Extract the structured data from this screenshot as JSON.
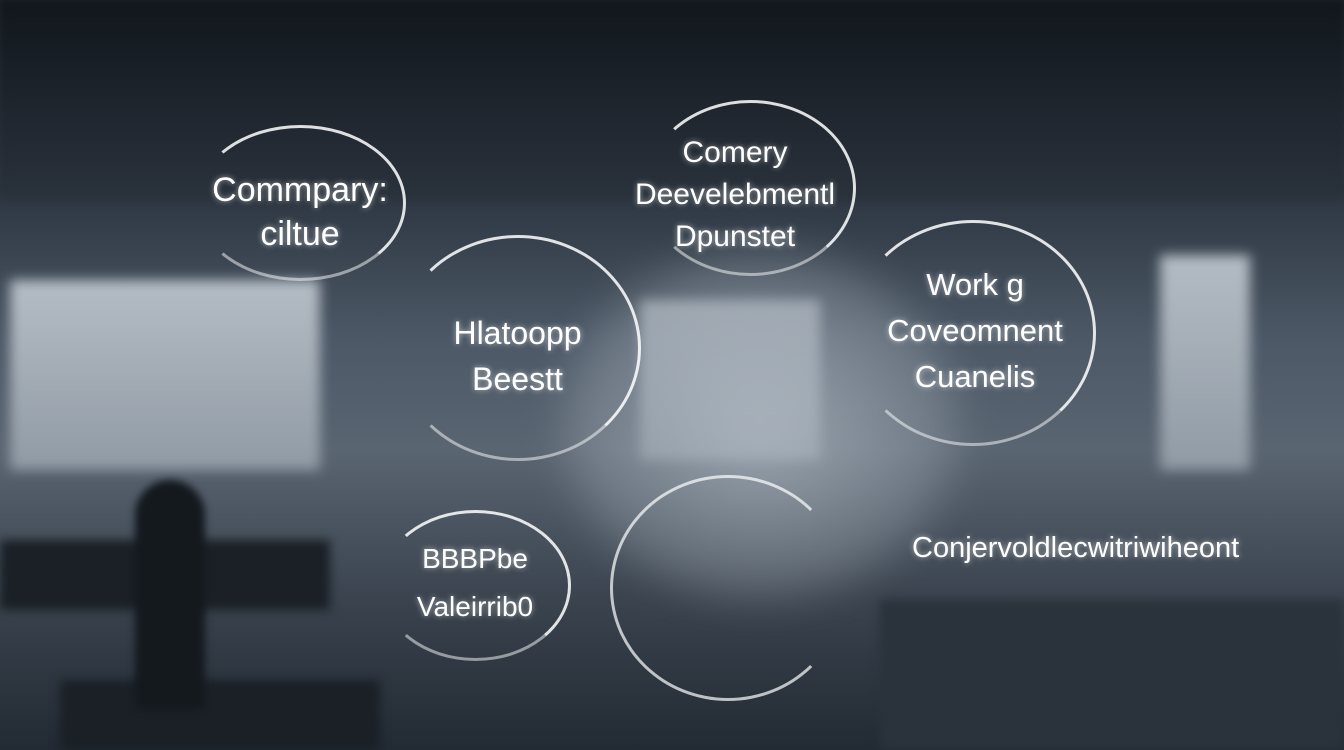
{
  "bubbles": [
    {
      "lines": [
        "Commpary:",
        "ciltue"
      ]
    },
    {
      "lines": [
        "Comery",
        "Deevelebmentl",
        "Dpunstet"
      ]
    },
    {
      "lines": [
        "Hlatoopp",
        "Beestt"
      ]
    },
    {
      "lines": [
        "Work g",
        "Coveomnent",
        "Cuanelis"
      ]
    },
    {
      "lines": [
        "BBBPbe",
        "Valeirrib0"
      ]
    },
    {
      "lines": [
        "Conjervoldlecwitriwiheont"
      ]
    }
  ]
}
